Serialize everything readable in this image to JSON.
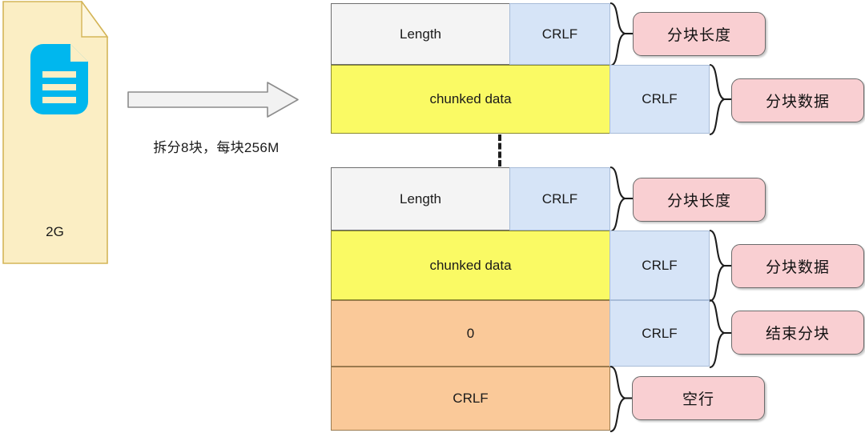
{
  "diagram": {
    "title": "HTTP chunked transfer encoding structure",
    "source": {
      "icon": "document-icon",
      "size_label": "2G",
      "fill": "#fbeec4",
      "stroke": "#d4b558",
      "icon_color": "#00b7ee"
    },
    "transform": {
      "arrow": "right-arrow",
      "caption": "拆分8块，每块256M"
    },
    "colors": {
      "length_fill": "#f4f4f4",
      "crlf_fill": "#d6e4f7",
      "data_fill": "#fafa64",
      "end_fill": "#fac999",
      "callout_fill": "#f9cfd2"
    },
    "first_chunk": {
      "rows": [
        {
          "cells": [
            {
              "label": "Length",
              "kind": "length"
            },
            {
              "label": "CRLF",
              "kind": "crlf"
            }
          ],
          "callout": "分块长度"
        },
        {
          "cells": [
            {
              "label": "chunked data",
              "kind": "data"
            },
            {
              "label": "CRLF",
              "kind": "crlf"
            }
          ],
          "callout": "分块数据"
        }
      ]
    },
    "separator": "vertical-dashed-line",
    "last_chunk": {
      "rows": [
        {
          "cells": [
            {
              "label": "Length",
              "kind": "length"
            },
            {
              "label": "CRLF",
              "kind": "crlf"
            }
          ],
          "callout": "分块长度"
        },
        {
          "cells": [
            {
              "label": "chunked data",
              "kind": "data"
            },
            {
              "label": "CRLF",
              "kind": "crlf"
            }
          ],
          "callout": "分块数据"
        },
        {
          "cells": [
            {
              "label": "0",
              "kind": "end"
            },
            {
              "label": "CRLF",
              "kind": "crlf"
            }
          ],
          "callout": "结束分块"
        },
        {
          "cells": [
            {
              "label": "CRLF",
              "kind": "end"
            }
          ],
          "callout": "空行"
        }
      ]
    }
  }
}
